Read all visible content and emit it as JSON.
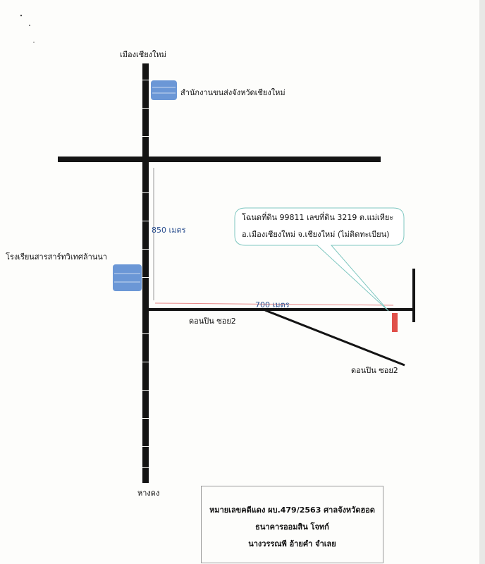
{
  "map": {
    "north_label": "เมืองเชียงใหม่",
    "south_label": "หางดง",
    "landmarks": [
      {
        "label": "สำนักงานขนส่งจังหวัดเชียงใหม่",
        "color": "#6b97d6"
      },
      {
        "label": "โรงเรียนสารสาร์ทวิเทศล้านนา",
        "color": "#6b97d6"
      }
    ],
    "distances": {
      "north_south": "850 เมตร",
      "east_west": "700 เมตร"
    },
    "roads": {
      "soi_label_1": "ดอนปิน ซอย2",
      "soi_label_2": "ดอนปิน ซอย2"
    },
    "property": {
      "line1": "โฉนดที่ดิน 99811 เลขที่ดิน 3219 ต.แม่เหียะ",
      "line2": "อ.เมืองเชียงใหม่ จ.เชียงใหม่ (ไม่ติดทะเบียน)",
      "marker_color": "#e0504a"
    },
    "colors": {
      "road": "#141414",
      "distance_line": "#e88a8a",
      "bubble_border": "#7fc7c0",
      "distance_text": "#2b4f8f"
    }
  },
  "case_info": {
    "line1": "หมายเลขคดีแดง ผบ.479/2563 ศาลจังหวัดฮอด",
    "line2": "ธนาคารออมสิน   โจทก์",
    "line3": "นางวรรณพี อ้ายคำ  จำเลย"
  }
}
